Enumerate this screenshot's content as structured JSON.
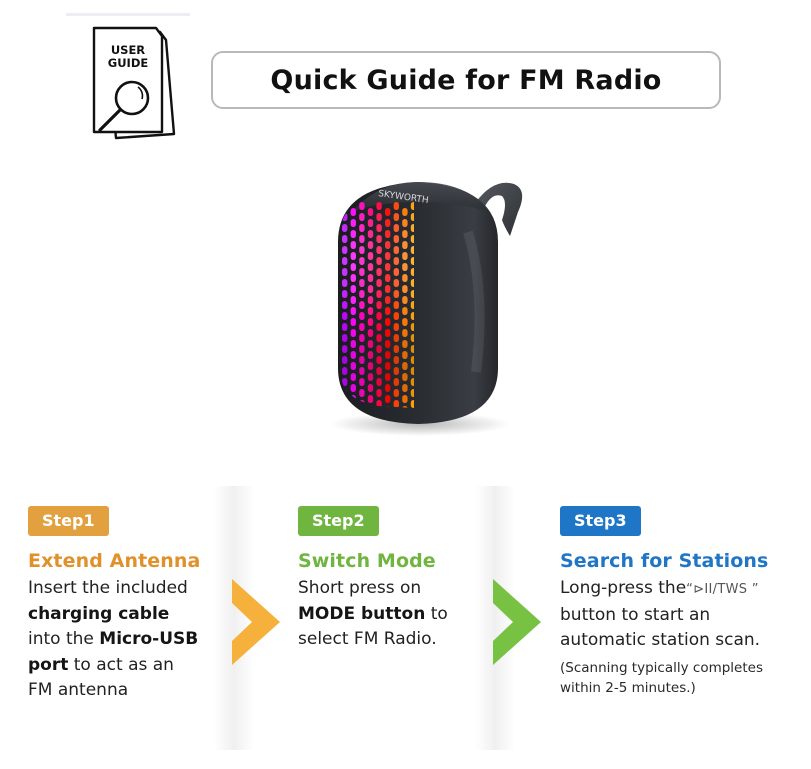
{
  "header": {
    "icon_label_line1": "USER",
    "icon_label_line2": "GUIDE",
    "title": "Quick Guide for FM Radio"
  },
  "product": {
    "brand_text": "SKYWORTH",
    "icon": "bluetooth-speaker-image"
  },
  "colors": {
    "step1": "#e2a13e",
    "step2": "#6fb540",
    "step3": "#1f75c6",
    "heading1": "#e0912c",
    "heading2": "#6fb540",
    "heading3": "#1f75c6",
    "arrow1": "#f5b13b",
    "arrow2": "#77c243"
  },
  "steps": [
    {
      "badge": "Step1",
      "heading": "Extend Antenna",
      "lines": [
        [
          "Insert the included"
        ],
        [
          "charging cable"
        ],
        [
          "into the ",
          "Micro-USB"
        ],
        [
          "port",
          " to act as an"
        ],
        [
          "FM antenna"
        ]
      ]
    },
    {
      "badge": "Step2",
      "heading": "Switch Mode",
      "lines": [
        [
          "Short press on"
        ],
        [
          "MODE button",
          " to"
        ],
        [
          "select FM Radio."
        ]
      ]
    },
    {
      "badge": "Step3",
      "heading": "Search for Stations",
      "line1_prefix": "Long-press the",
      "button_glyph": "“⊳II/TWS ”",
      "lines": [
        [
          "button to start an"
        ],
        [
          "automatic station scan."
        ]
      ],
      "note_line1": "(Scanning typically completes",
      "note_line2": "within 2-5 minutes.)"
    }
  ]
}
